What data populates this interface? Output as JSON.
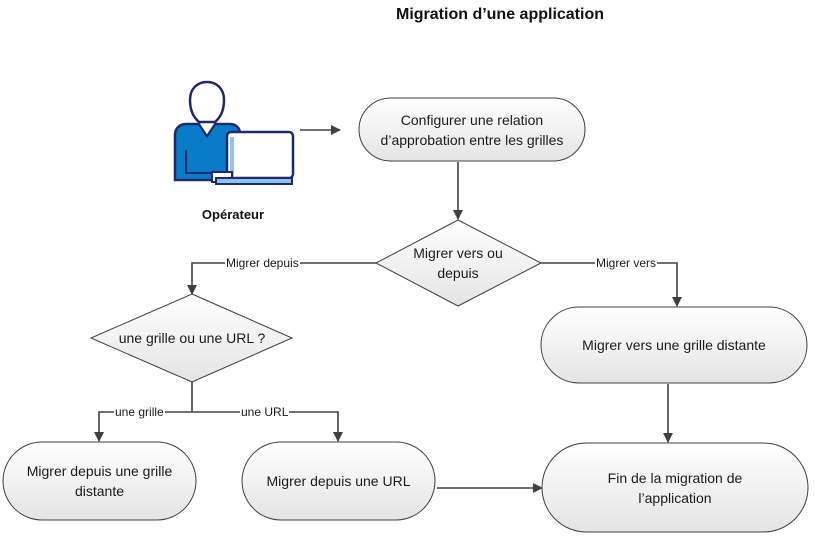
{
  "title": "Migration d’une application",
  "actor": {
    "label": "Opérateur",
    "icon": "operator-at-computer-icon"
  },
  "colors": {
    "stroke": "#404040",
    "fill_start": "#ffffff",
    "fill_end": "#e6e6e6",
    "icon_blue": "#0a7bc7",
    "icon_navy": "#1f2a6e",
    "icon_light_blue": "#8fc3ea"
  },
  "nodes": {
    "configure": "Configurer une relation d’approbation entre les grilles",
    "decision_direction": "Migrer vers ou depuis",
    "decision_source": "une grille ou une URL ?",
    "migrate_to_remote": "Migrer vers une grille distante",
    "migrate_from_grid": "Migrer depuis une grille distante",
    "migrate_from_url": "Migrer depuis une URL",
    "end": "Fin de la migration de l’application"
  },
  "edges": {
    "from": "Migrer depuis",
    "to": "Migrer vers",
    "grid": "une grille",
    "url": "une URL"
  }
}
